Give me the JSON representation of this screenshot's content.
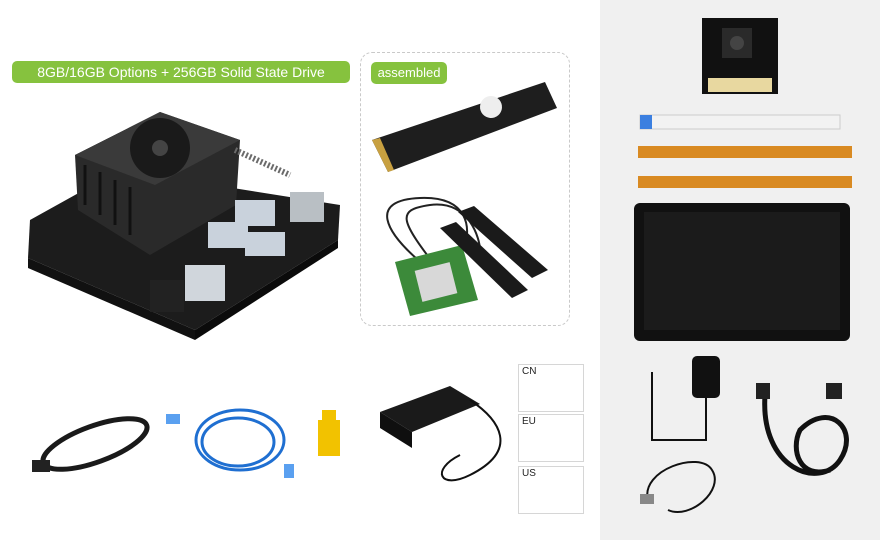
{
  "badges": {
    "main": "8GB/16GB Options + 256GB Solid State Drive",
    "assembled": "assembled"
  },
  "plugs": {
    "cn": "CN",
    "eu": "EU",
    "us": "US"
  },
  "colors": {
    "badge_green": "#86c23e",
    "panel_gray": "#f0f0f0",
    "board_black": "#1c1c1c",
    "cable_blue": "#1f6fd1",
    "jumper_yellow": "#f2c200",
    "ribbon_orange": "#d98a22"
  }
}
